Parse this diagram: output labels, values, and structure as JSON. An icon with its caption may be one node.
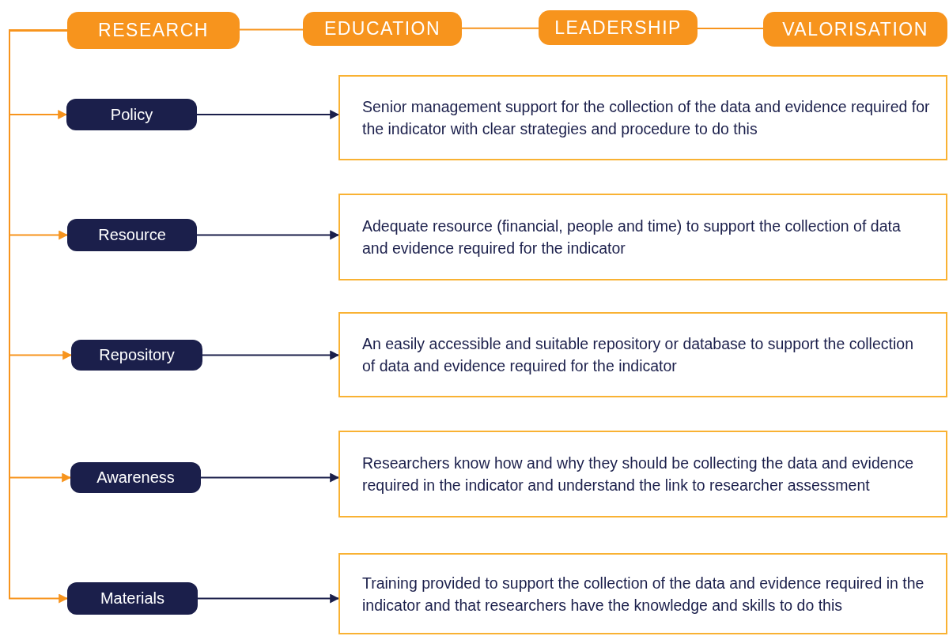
{
  "diagram": {
    "nodes": [
      {
        "text": [
          "RESEARCH"
        ]
      },
      {
        "text": [
          "EDUCATION"
        ]
      },
      {
        "text": [
          "LEADERSHIP"
        ]
      },
      {
        "text": [
          "VALORISATION"
        ]
      },
      {
        "text": [
          "Policy"
        ]
      },
      {
        "text": [
          "Senior management support for the collection of the data and evidence required for the indicator with clear strategies and procedure to do this"
        ]
      },
      {
        "text": [
          "Resource"
        ]
      },
      {
        "text": [
          "Adequate resource (financial, people and time) to support the collection of data and evidence required for the indicator"
        ]
      },
      {
        "text": [
          "Repository"
        ]
      },
      {
        "text": [
          "An easily accessible and suitable repository or database to support the collection of data and evidence required for the indicator"
        ]
      },
      {
        "text": [
          "Awareness"
        ]
      },
      {
        "text": [
          "Researchers know how and why they should be collecting the data and evidence required in the indicator and understand the link to researcher assessment"
        ]
      },
      {
        "text": [
          "Materials"
        ]
      },
      {
        "text": [
          "Training provided to support the collection of the data and evidence required in the indicator and that researchers have the knowledge and skills to do this"
        ]
      }
    ],
    "edges": [
      {
        "from": 0,
        "to": 1,
        "arrow": "none",
        "color": "#f7941d"
      },
      {
        "from": 1,
        "to": 2,
        "arrow": "none",
        "color": "#f7941d"
      },
      {
        "from": 2,
        "to": 3,
        "arrow": "none",
        "color": "#f7941d"
      },
      {
        "from": 0,
        "to": 4,
        "arrow": "to",
        "color": "#f7941d"
      },
      {
        "from": 0,
        "to": 6,
        "arrow": "to",
        "color": "#f7941d"
      },
      {
        "from": 0,
        "to": 8,
        "arrow": "to",
        "color": "#f7941d"
      },
      {
        "from": 0,
        "to": 10,
        "arrow": "to",
        "color": "#f7941d"
      },
      {
        "from": 0,
        "to": 12,
        "arrow": "to",
        "color": "#f7941d"
      },
      {
        "from": 4,
        "to": 5,
        "arrow": "to",
        "color": "#1b1f4b"
      },
      {
        "from": 6,
        "to": 7,
        "arrow": "to",
        "color": "#1b1f4b"
      },
      {
        "from": 8,
        "to": 9,
        "arrow": "to",
        "color": "#1b1f4b"
      },
      {
        "from": 10,
        "to": 11,
        "arrow": "to",
        "color": "#1b1f4b"
      },
      {
        "from": 12,
        "to": 13,
        "arrow": "to",
        "color": "#1b1f4b"
      }
    ]
  }
}
